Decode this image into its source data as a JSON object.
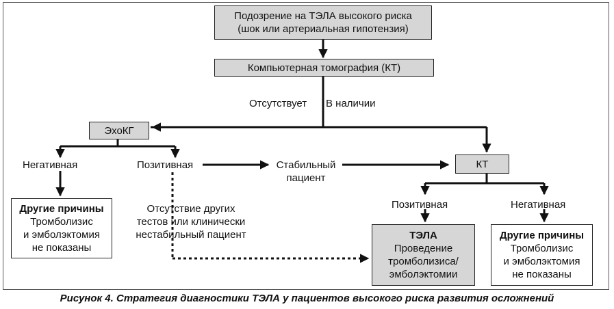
{
  "nodes": {
    "suspicion": {
      "line1": "Подозрение на ТЭЛА высокого риска",
      "line2": "(шок или артериальная гипотензия)"
    },
    "ct": {
      "text": "Компьютерная томография (КТ)"
    },
    "echo": {
      "text": "ЭхоКГ"
    },
    "kt2": {
      "text": "КТ"
    },
    "other_left": {
      "title": "Другие причины",
      "line1": "Тромболизис",
      "line2": "и эмболэктомия",
      "line3": "не показаны"
    },
    "tela": {
      "title": "ТЭЛА",
      "line1": "Проведение",
      "line2": "тромболизиса/",
      "line3": "эмболэктомии"
    },
    "other_right": {
      "title": "Другие причины",
      "line1": "Тромболизис",
      "line2": "и эмболэктомия",
      "line3": "не показаны"
    }
  },
  "labels": {
    "absent": "Отсутствует",
    "present": "В наличии",
    "echo_negative": "Негативная",
    "echo_positive": "Позитивная",
    "stable_line1": "Стабильный",
    "stable_line2": "пациент",
    "no_tests_line1": "Отсутствие других",
    "no_tests_line2": "тестов или клинически",
    "no_tests_line3": "нестабильный пациент",
    "kt_positive": "Позитивная",
    "kt_negative": "Негативная"
  },
  "caption": "Рисунок 4. Стратегия диагностики ТЭЛА у пациентов высокого риска развития осложнений"
}
